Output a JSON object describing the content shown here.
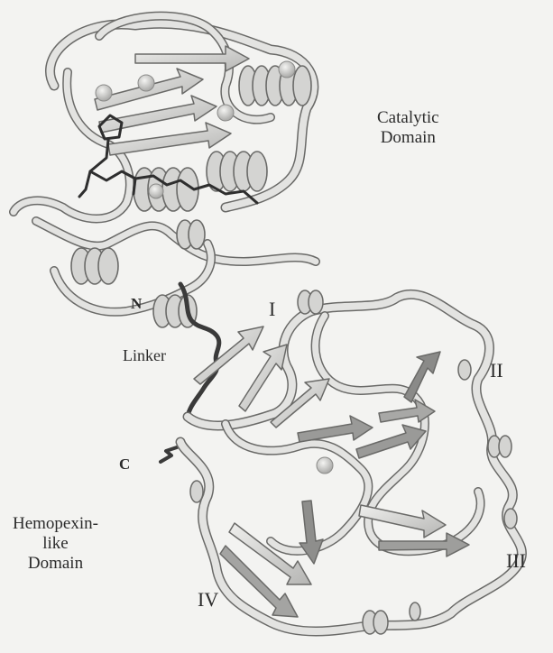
{
  "labels": {
    "catalytic_domain": [
      "Catalytic",
      "Domain"
    ],
    "hemopexin_domain": [
      "Hemopexin-",
      "like",
      "Domain"
    ],
    "linker": "Linker",
    "n_terminus": "N",
    "c_terminus": "C",
    "blades": [
      "I",
      "II",
      "III",
      "IV"
    ]
  },
  "colors": {
    "background": "#f3f3f1",
    "ribbon_light": "#e3e3e1",
    "ribbon_mid": "#bdbdbb",
    "ribbon_dark": "#7a7a78",
    "ribbon_outline": "#6a6a68",
    "linker_chain": "#3a3a3a",
    "inhibitor": "#2e2e2e",
    "ions": "#c4c4c2",
    "text": "#2b2b2b"
  },
  "icons": [
    "protein-ribbon-structure",
    "metal-ion-sphere",
    "bound-inhibitor-stick"
  ]
}
